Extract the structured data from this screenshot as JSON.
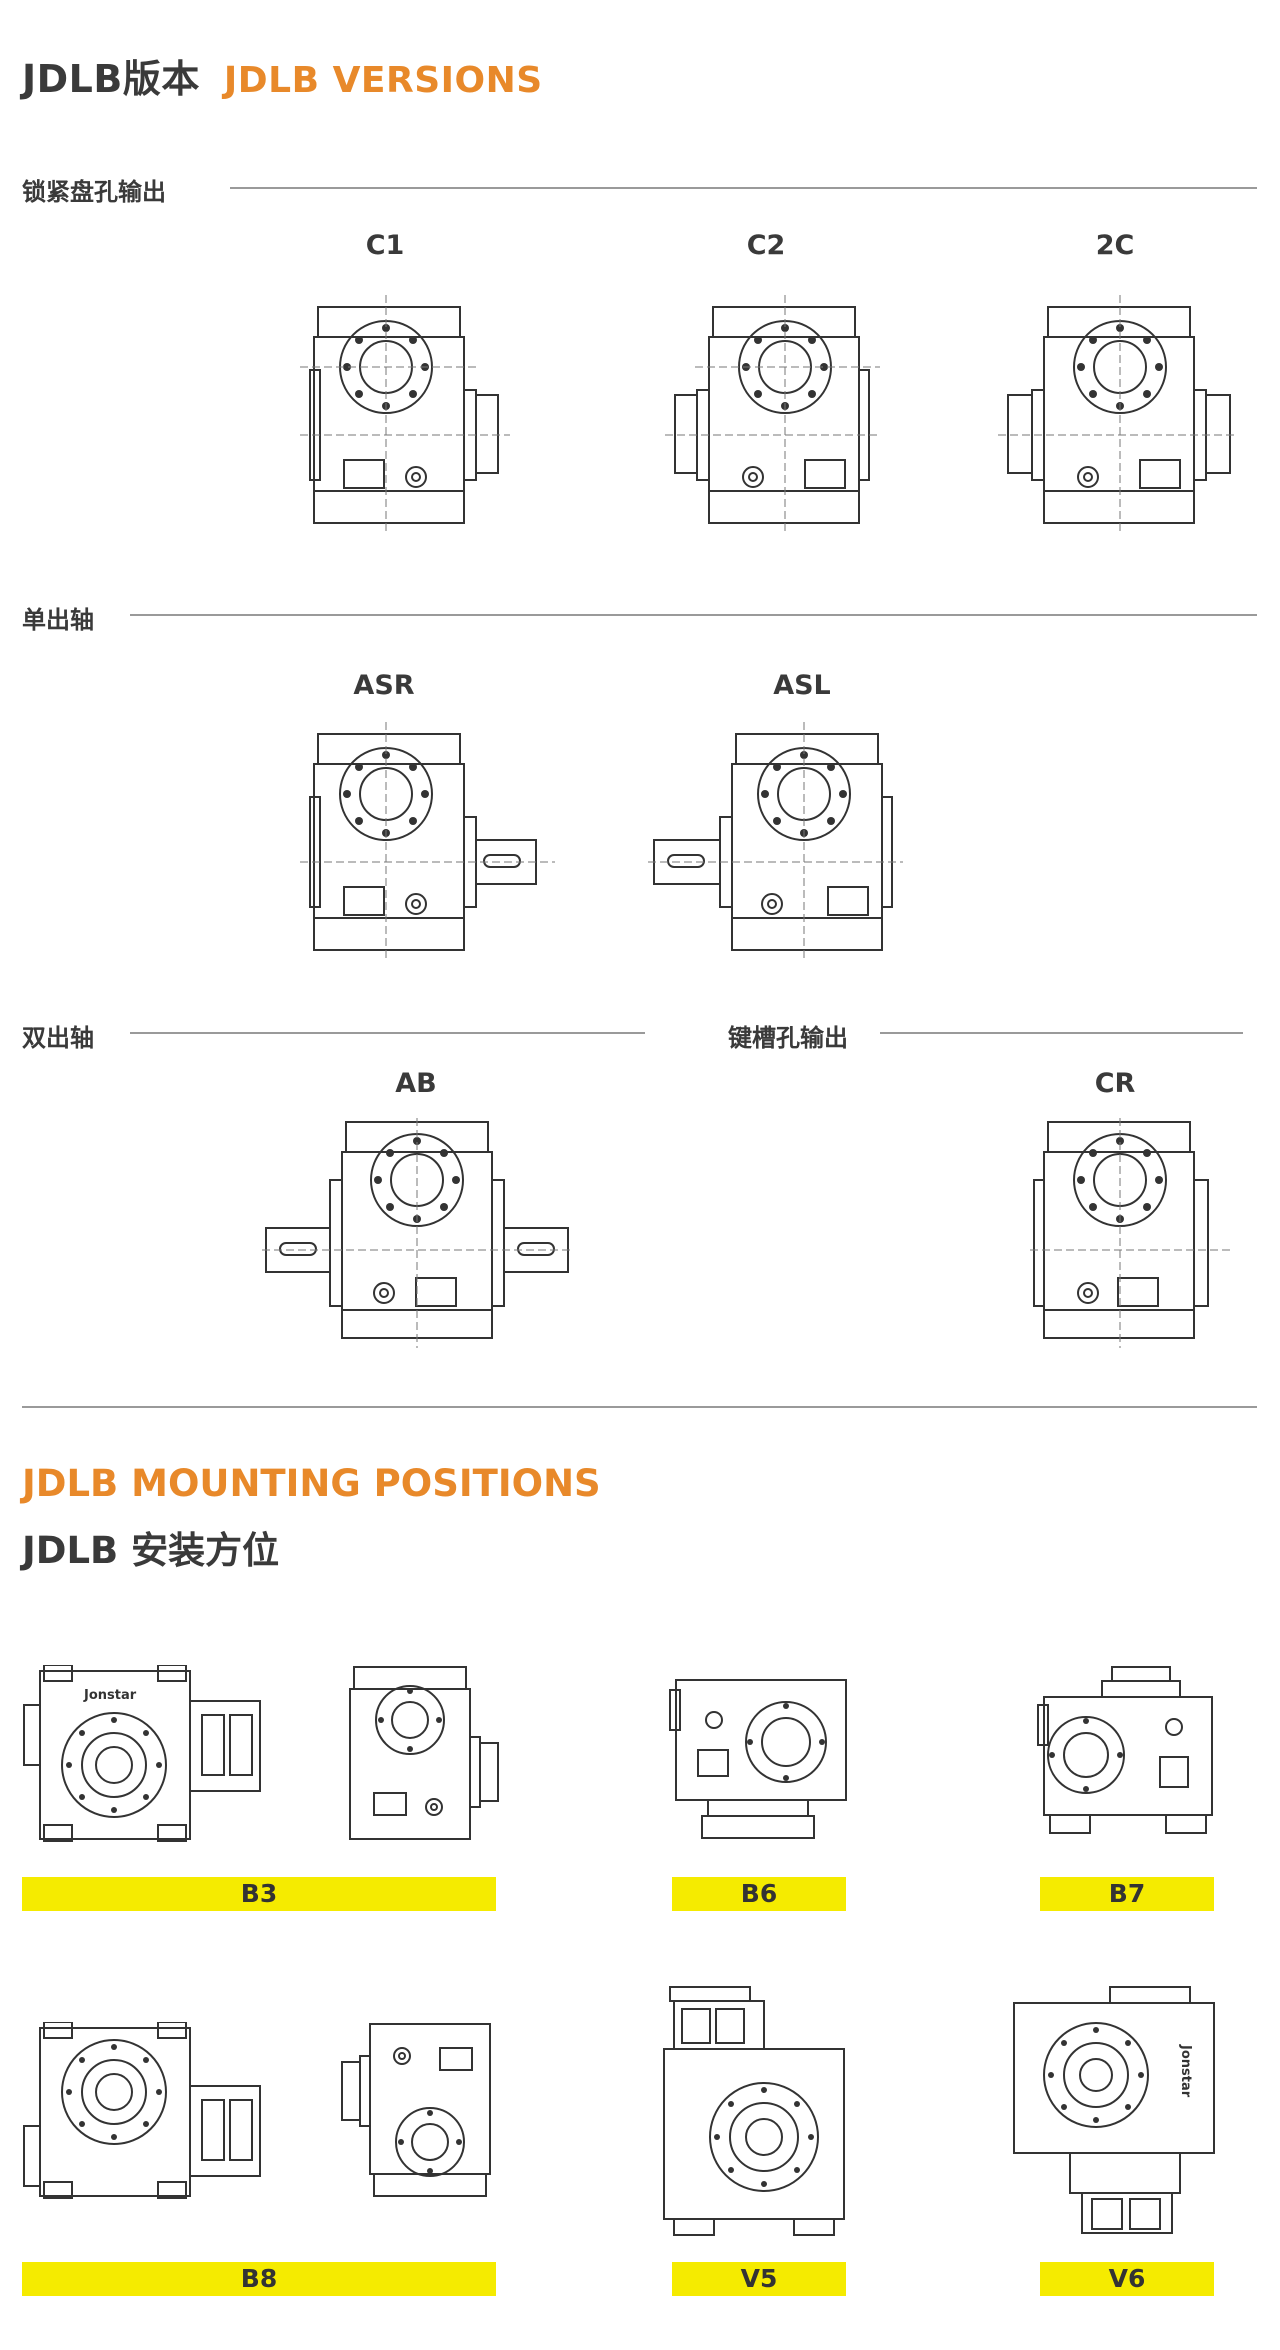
{
  "header": {
    "title_cn": "JDLB版本",
    "title_en": "JDLB VERSIONS"
  },
  "sections": {
    "lock_disc": "锁紧盘孔输出",
    "single_shaft": "单出轴",
    "double_shaft": "双出轴",
    "keyway": "键槽孔输出"
  },
  "versions": {
    "c1": "C1",
    "c2": "C2",
    "c2c": "2C",
    "asr": "ASR",
    "asl": "ASL",
    "ab": "AB",
    "cr": "CR"
  },
  "mounting": {
    "title_en": "JDLB MOUNTING POSITIONS",
    "title_cn": "JDLB 安装方位",
    "brand": "Jonstar",
    "positions": {
      "b3": "B3",
      "b6": "B6",
      "b7": "B7",
      "b8": "B8",
      "v5": "V5",
      "v6": "V6"
    }
  }
}
